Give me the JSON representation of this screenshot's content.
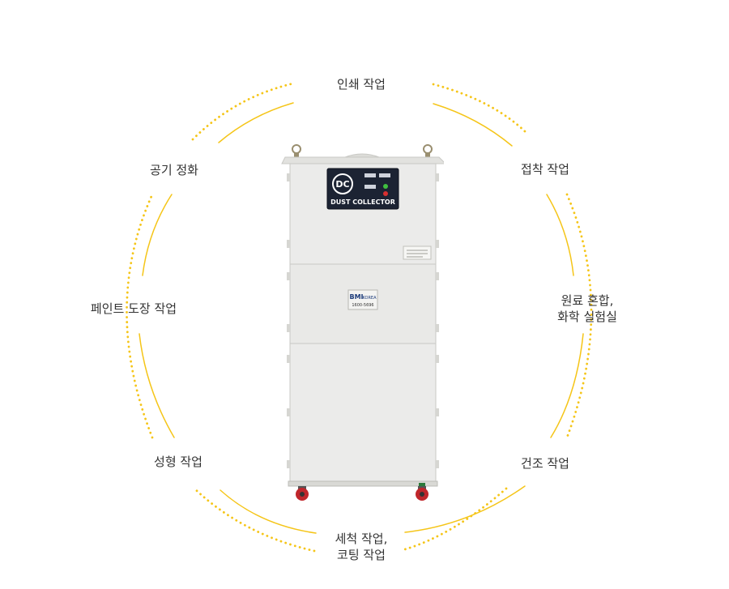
{
  "applications": {
    "printing": "인쇄 작업",
    "bonding": "접착 작업",
    "raw_mixing_line1": "원료 혼합,",
    "raw_mixing_line2": "화학 실험실",
    "drying": "건조 작업",
    "washing_line1": "세척 작업,",
    "washing_line2": "코팅 작업",
    "molding": "성형 작업",
    "painting": "페인트 도장 작업",
    "air_purification": "공기 정화"
  },
  "product": {
    "control_logo": "DC",
    "control_label": "DUST COLLECTOR",
    "brand": "BMI",
    "brand_sub": "KOREA",
    "brand_phone": "1600-5696"
  },
  "colors": {
    "accent_yellow": "#f5c518",
    "cabinet": "#ebebea",
    "text": "#333333"
  }
}
